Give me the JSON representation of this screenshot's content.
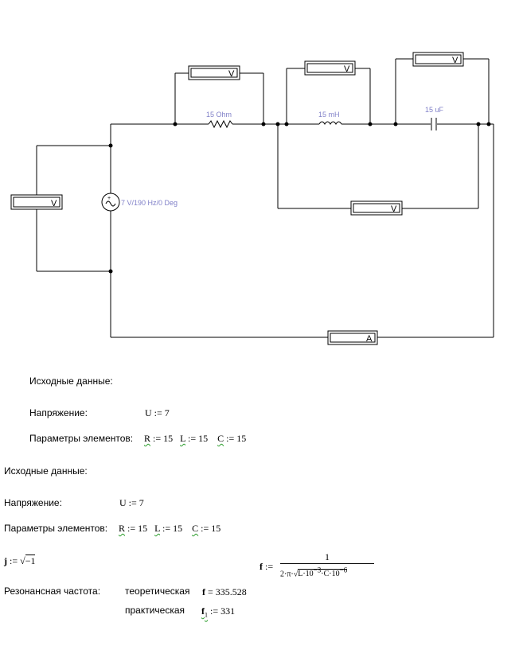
{
  "circuit": {
    "meter_volt": "V",
    "meter_amp": "A",
    "resistor_label": "15  Ohm",
    "inductor_label": "15 mH",
    "capacitor_label": "15 uF",
    "source_label": "7 V/190 Hz/0 Deg"
  },
  "block1": {
    "heading": "Исходные данные:",
    "voltage_label": "Напряжение:",
    "voltage_expr": "7",
    "voltage_var": "U",
    "params_label": "Параметры элементов:",
    "R_var": "R",
    "R_val": "15",
    "L_var": "L",
    "L_val": "15",
    "C_var": "C",
    "C_val": "15"
  },
  "block2": {
    "heading": "Исходные данные:",
    "voltage_label": "Напряжение:",
    "voltage_var": "U",
    "voltage_expr": "7",
    "params_label": "Параметры элементов:",
    "R_var": "R",
    "R_val": "15",
    "L_var": "L",
    "L_val": "15",
    "C_var": "C",
    "C_val": "15"
  },
  "math": {
    "j_var": "j",
    "j_rhs": "−1",
    "f_var": "f",
    "f_num": "1",
    "f_den_prefix": "2·π·",
    "f_den_rad": "L·10",
    "f_den_exp1": "−3",
    "f_den_mid": "·C·10",
    "f_den_exp2": "−6",
    "resonance_label": "Резонансная частота:",
    "theory_label": "теоретическая",
    "theory_var": "f",
    "theory_val": "335.528",
    "practice_label": "практическая",
    "practice_var": "f",
    "practice_sub": "1",
    "practice_val": "331"
  }
}
